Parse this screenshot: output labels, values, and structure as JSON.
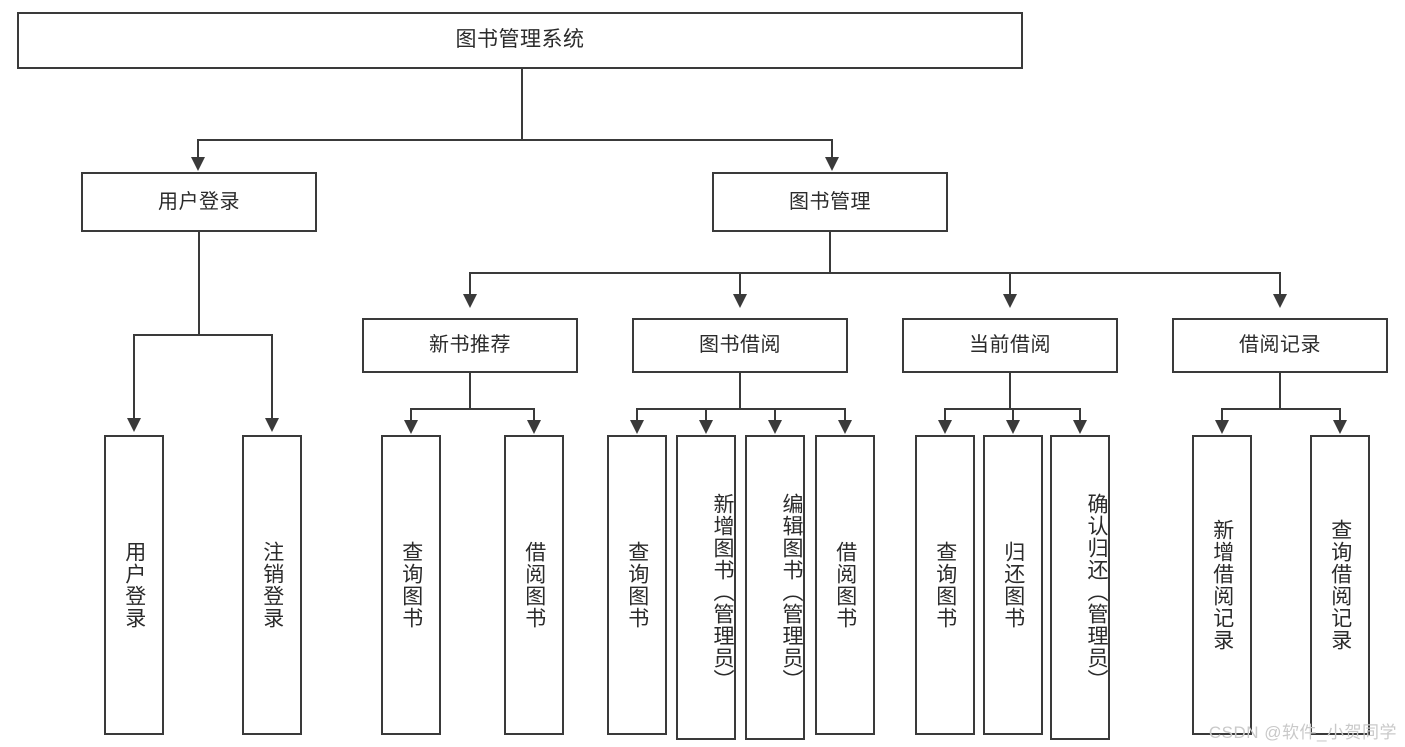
{
  "diagram": {
    "title": "图书管理系统",
    "type": "functional-structure-tree",
    "colors": {
      "box_border": "#3a3a3a",
      "box_fill": "#ffffff",
      "text": "#2b2b2b",
      "connector": "#3a3a3a",
      "watermark": "#c9c9c9"
    },
    "root": {
      "label": "图书管理系统"
    },
    "level2": [
      {
        "id": "user-login",
        "label": "用户登录"
      },
      {
        "id": "book-management",
        "label": "图书管理"
      }
    ],
    "level3": [
      {
        "id": "new-book-recommend",
        "label": "新书推荐"
      },
      {
        "id": "book-borrow",
        "label": "图书借阅"
      },
      {
        "id": "current-borrow",
        "label": "当前借阅"
      },
      {
        "id": "borrow-record",
        "label": "借阅记录"
      }
    ],
    "leaves": {
      "user_login": [
        {
          "id": "leaf-user-login",
          "label": "用户登录"
        },
        {
          "id": "leaf-logout-login",
          "label": "注销登录"
        }
      ],
      "new_book_recommend": [
        {
          "id": "leaf-query-book-1",
          "label": "查询图书"
        },
        {
          "id": "leaf-borrow-book-1",
          "label": "借阅图书"
        }
      ],
      "book_borrow": [
        {
          "id": "leaf-query-book-2",
          "label": "查询图书"
        },
        {
          "id": "leaf-add-book",
          "label": "新增图书（管理员）"
        },
        {
          "id": "leaf-edit-book",
          "label": "编辑图书（管理员）"
        },
        {
          "id": "leaf-borrow-book-2",
          "label": "借阅图书"
        }
      ],
      "current_borrow": [
        {
          "id": "leaf-query-book-3",
          "label": "查询图书"
        },
        {
          "id": "leaf-return-book",
          "label": "归还图书"
        },
        {
          "id": "leaf-confirm-return",
          "label": "确认归还（管理员）"
        }
      ],
      "borrow_record": [
        {
          "id": "leaf-add-record",
          "label": "新增借阅记录"
        },
        {
          "id": "leaf-query-record",
          "label": "查询借阅记录"
        }
      ]
    }
  },
  "watermark": {
    "text": "CSDN @软件_小贺同学"
  }
}
